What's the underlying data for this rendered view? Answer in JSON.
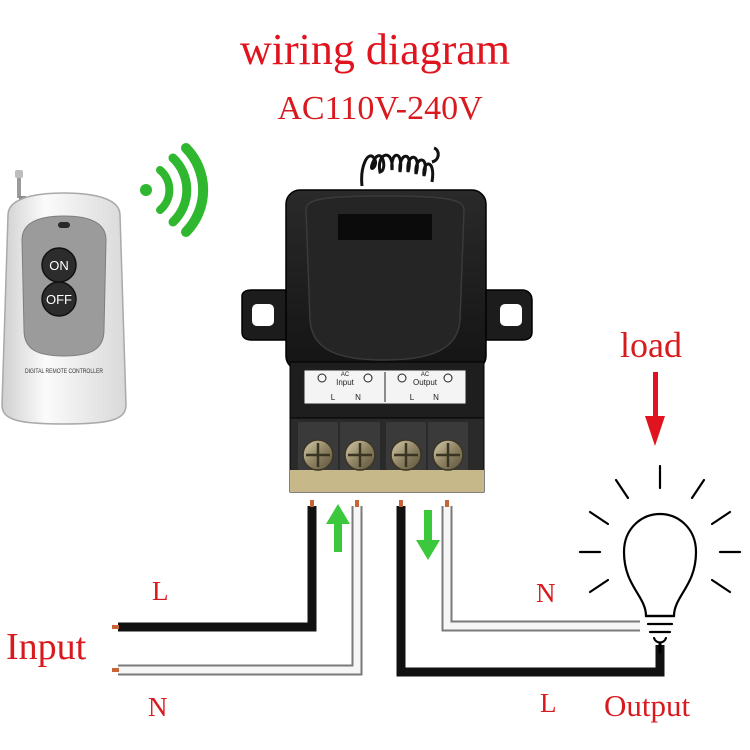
{
  "title": "wiring diagram",
  "subtitle": "AC110V-240V",
  "remote": {
    "on_label": "ON",
    "off_label": "OFF",
    "brand_text": "DIGITAL REMOTE CONTROLLER"
  },
  "receiver": {
    "terminal_block": {
      "input": {
        "group_label": "Input",
        "ac": "AC",
        "l": "L",
        "n": "N"
      },
      "output": {
        "group_label": "Output",
        "ac": "AC",
        "l": "L",
        "n": "N"
      }
    }
  },
  "labels": {
    "load": "load",
    "input": "Input",
    "input_l": "L",
    "input_n": "N",
    "output": "Output",
    "output_l": "L",
    "output_n": "N"
  },
  "colors": {
    "title_red": "#e0141e",
    "label_red": "#d81a1f",
    "signal_green": "#2fb82f",
    "flow_arrow_green": "#3cc83c",
    "receiver_body": "#1b1b1b",
    "remote_body": "#f2f2f2"
  },
  "icons": [
    "antenna-icon",
    "wireless-signal-icon",
    "light-bulb-icon",
    "down-arrow-icon",
    "up-arrow-icon"
  ]
}
